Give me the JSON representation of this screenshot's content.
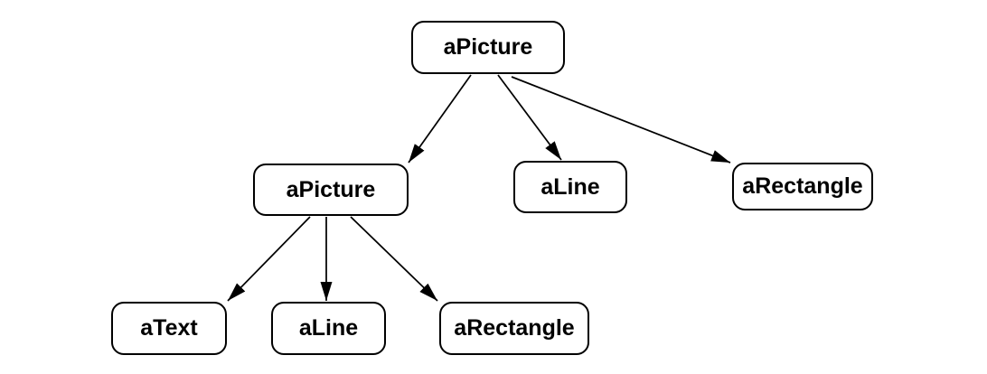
{
  "colors": {
    "background": "#ffffff",
    "node_fill": "#ffffff",
    "node_border": "#000000",
    "edge_line": "#000000",
    "label_text": "#000000"
  },
  "nodes": [
    {
      "id": "root-picture",
      "label": "aPicture",
      "level": 0
    },
    {
      "id": "child-picture",
      "label": "aPicture",
      "level": 1
    },
    {
      "id": "child-line",
      "label": "aLine",
      "level": 1
    },
    {
      "id": "child-rectangle",
      "label": "aRectangle",
      "level": 1
    },
    {
      "id": "grandchild-text",
      "label": "aText",
      "level": 2
    },
    {
      "id": "grandchild-line",
      "label": "aLine",
      "level": 2
    },
    {
      "id": "grandchild-rectangle",
      "label": "aRectangle",
      "level": 2
    }
  ],
  "edges": [
    {
      "from": "root-picture",
      "to": "child-picture"
    },
    {
      "from": "root-picture",
      "to": "child-line"
    },
    {
      "from": "root-picture",
      "to": "child-rectangle"
    },
    {
      "from": "child-picture",
      "to": "grandchild-text"
    },
    {
      "from": "child-picture",
      "to": "grandchild-line"
    },
    {
      "from": "child-picture",
      "to": "grandchild-rectangle"
    }
  ]
}
